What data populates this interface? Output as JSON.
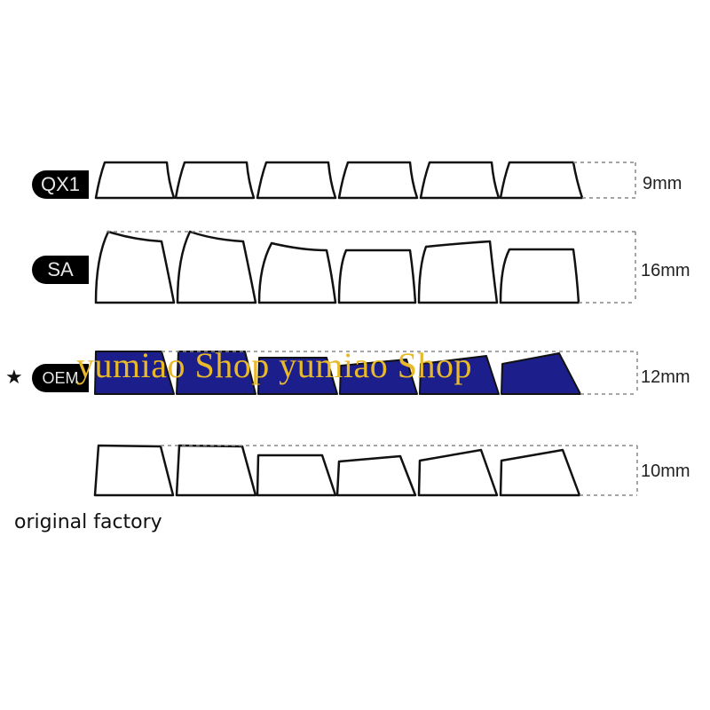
{
  "rows": [
    {
      "name": "QX1",
      "height_label": "9mm"
    },
    {
      "name": "SA",
      "height_label": "16mm"
    },
    {
      "name": "OEM",
      "height_label": "12mm",
      "marker": "★",
      "highlight_color": "#1c1e8c"
    },
    {
      "name": "",
      "height_label": "10mm"
    }
  ],
  "watermark": "yumiao Shop yumiao Shop",
  "footer_text": "original factory",
  "colors": {
    "outline": "#111111",
    "oem_fill": "#1c1e8c",
    "watermark": "#e8b92a",
    "pill": "#000000"
  }
}
